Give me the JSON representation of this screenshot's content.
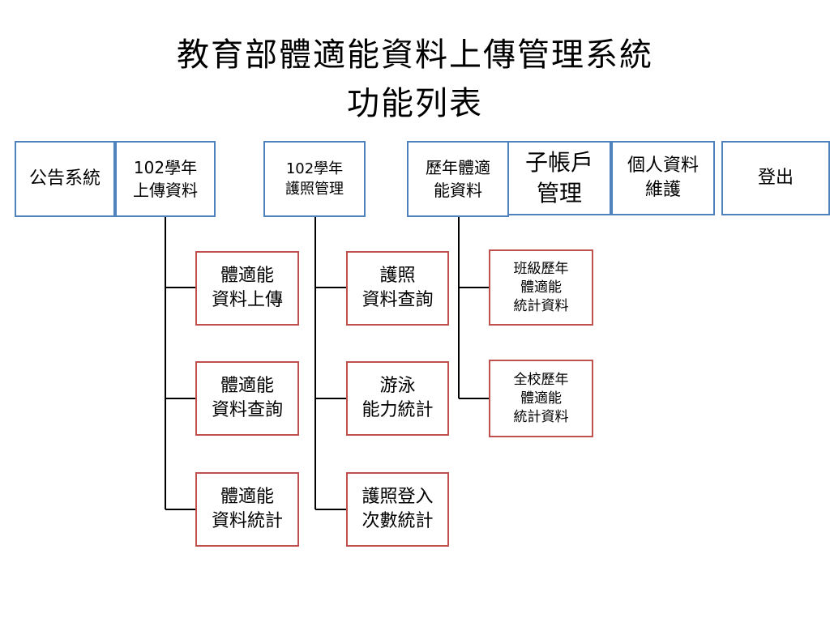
{
  "title": {
    "line1": "教育部體適能資料上傳管理系統",
    "line2": "功能列表"
  },
  "top_menu": [
    {
      "id": "announcement",
      "lines": [
        "公告系統"
      ]
    },
    {
      "id": "upload",
      "lines": [
        "102學年",
        "上傳資料"
      ]
    },
    {
      "id": "passport",
      "lines": [
        "102學年",
        "護照管理"
      ]
    },
    {
      "id": "history",
      "lines": [
        "歷年體適",
        "能資料"
      ]
    },
    {
      "id": "subaccount",
      "lines": [
        "子帳戶",
        "管理"
      ]
    },
    {
      "id": "profile",
      "lines": [
        "個人資料",
        "維護"
      ]
    },
    {
      "id": "logout",
      "lines": [
        "登出"
      ]
    }
  ],
  "sub_upload": [
    {
      "lines": [
        "體適能",
        "資料上傳"
      ]
    },
    {
      "lines": [
        "體適能",
        "資料查詢"
      ]
    },
    {
      "lines": [
        "體適能",
        "資料統計"
      ]
    }
  ],
  "sub_passport": [
    {
      "lines": [
        "護照",
        "資料查詢"
      ]
    },
    {
      "lines": [
        "游泳",
        "能力統計"
      ]
    },
    {
      "lines": [
        "護照登入",
        "次數統計"
      ]
    }
  ],
  "sub_history": [
    {
      "lines": [
        "班級歷年",
        "體適能",
        "統計資料"
      ]
    },
    {
      "lines": [
        "全校歷年",
        "體適能",
        "統計資料"
      ]
    }
  ],
  "colors": {
    "top_border": "#4f81bd",
    "sub_border": "#c0504d",
    "connector": "#000000"
  }
}
